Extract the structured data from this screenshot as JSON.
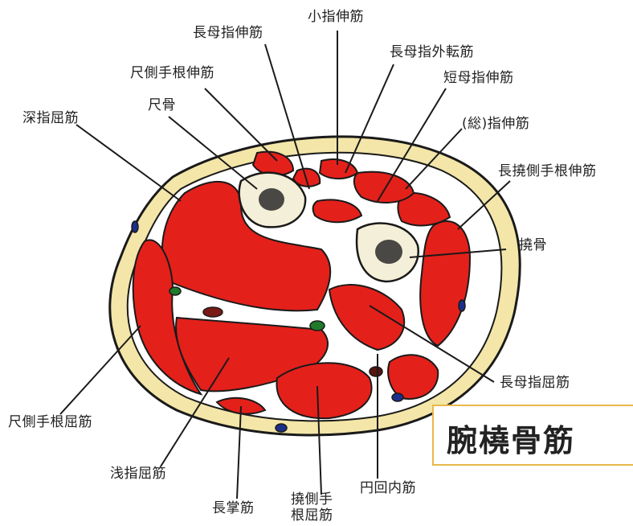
{
  "labels": {
    "ext_pollicis_longus": "長母指伸筋",
    "ext_digiti_minimi": "小指伸筋",
    "abd_pollicis_longus": "長母指外転筋",
    "ext_carpi_ulnaris": "尺側手根伸筋",
    "ext_pollicis_brevis": "短母指伸筋",
    "ulna": "尺骨",
    "fl_dig_profundus": "深指屈筋",
    "ext_digitorum": "(総)指伸筋",
    "ext_carpi_rad_longus": "長撓側手根伸筋",
    "radius": "撓骨",
    "fl_pollicis_longus": "長母指屈筋",
    "fl_carpi_ulnaris": "尺側手根屈筋",
    "fl_dig_superficialis": "浅指屈筋",
    "palmaris_longus": "長掌筋",
    "fl_carpi_radialis_1": "撓側手",
    "fl_carpi_radialis_2": "根屈筋",
    "pronator_teres": "円回内筋"
  },
  "highlight": {
    "text": "腕橈骨筋",
    "border_color": "#e8b84a"
  },
  "colors": {
    "muscle": "#e4201b",
    "skin": "#f3e6a8",
    "bone": "#f4efd8",
    "outline": "#1a1a1a"
  }
}
